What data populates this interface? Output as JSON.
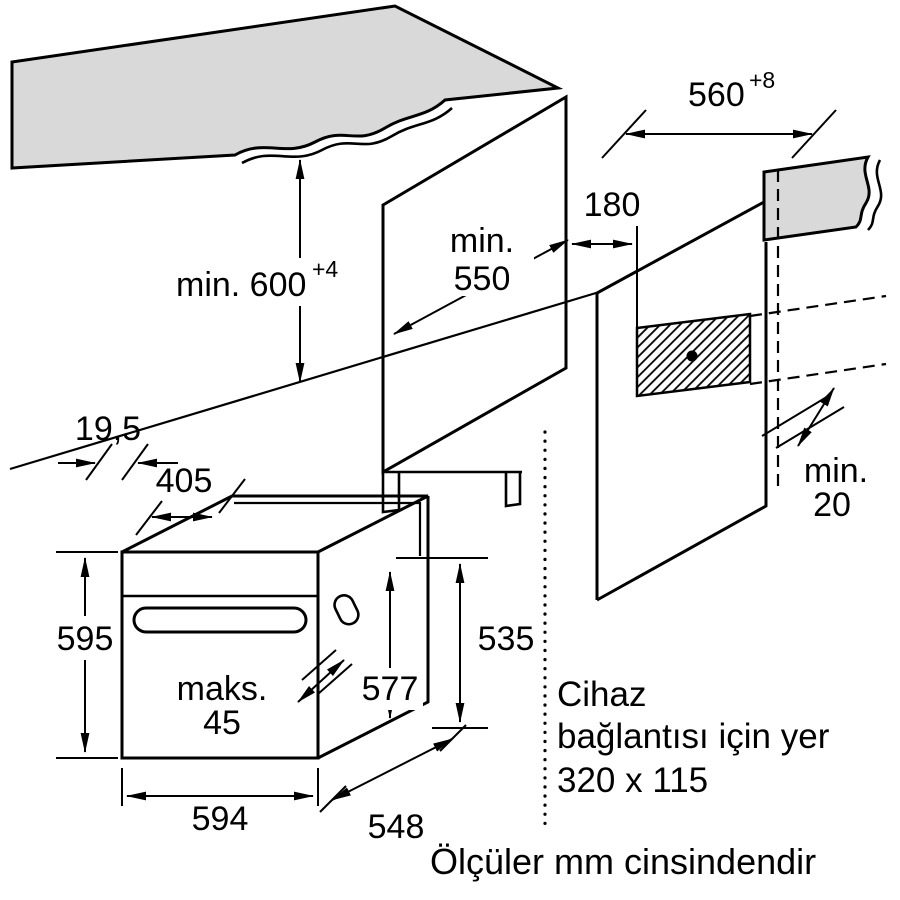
{
  "diagram": {
    "surface_color": "#d9d9d9",
    "line_color": "#000000",
    "dims": {
      "niche_width": "560",
      "niche_width_tol": "+8",
      "conn_offset": "180",
      "niche_depth_l1": "min.",
      "niche_depth_l2": "550",
      "niche_height": "min. 600",
      "niche_height_tol": "+4",
      "rear_gap_l1": "min.",
      "rear_gap_l2": "20",
      "front_overhang": "19,5",
      "top_depth": "405",
      "oven_height": "595",
      "rear_height": "535",
      "body_depth": "577",
      "handle_l1": "maks.",
      "handle_l2": "45",
      "oven_width": "594",
      "oven_depth": "548"
    },
    "notes": {
      "conn_l1": "Cihaz",
      "conn_l2": "bağlantısı için yer",
      "conn_l3": "320 x 115",
      "units": "Ölçüler mm cinsindendir"
    }
  }
}
